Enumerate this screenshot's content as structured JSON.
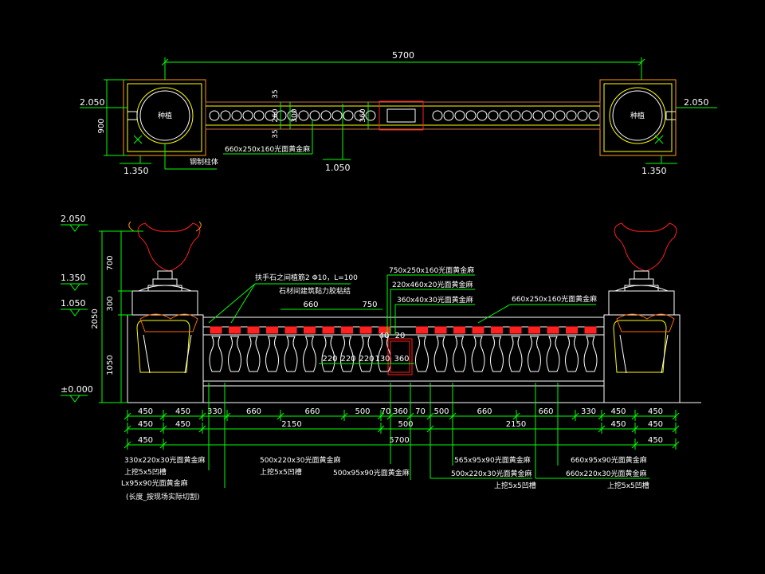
{
  "plan": {
    "overall": "5700",
    "level_left": "2.050",
    "level_right": "2.050",
    "width_900": "900",
    "level_bottom_left": "1.350",
    "level_bottom_right": "1.350",
    "level_mid": "1.050",
    "post_label_left": "种植",
    "post_label_right": "种植",
    "annot_tile": "660x250x160光面黄金麻",
    "annot_steel": "钢制柱体",
    "v35a": "35",
    "v35b": "35",
    "v260": "260",
    "v300": "300",
    "v360": "360"
  },
  "elevation": {
    "levels": {
      "top": "2.050",
      "l1350": "1.350",
      "l1050": "1.050",
      "zero": "±0.000"
    },
    "vertical_dims": [
      "700",
      "300",
      "1050",
      "2050"
    ],
    "callouts": {
      "anchor": "扶手石之间植筋2 Φ10，L=100",
      "glue": "石材间建筑黏力胶粘结",
      "c1": "750x250x160光面黄金麻",
      "c2": "220x460x20光面黄金麻",
      "c3": "360x40x30光面黄金麻",
      "c4": "660x250x160光面黄金麻"
    },
    "top_dims": [
      "660",
      "750"
    ],
    "inner_dims": [
      "220",
      "220",
      "220",
      "130",
      "360"
    ],
    "gate_label": "40",
    "gate_label2": "20",
    "dim_row1": [
      "450",
      "450",
      "330",
      "660",
      "660",
      "500",
      "70",
      "360",
      "70",
      "500",
      "660",
      "660",
      "330",
      "450",
      "450"
    ],
    "dim_row2": [
      "450",
      "450",
      "2150",
      "500",
      "2150",
      "450",
      "450"
    ],
    "dim_row3": [
      "450",
      "5700",
      "450"
    ],
    "notes_left": [
      "330x220x30光面黄金麻",
      "上挖5x5凹槽",
      "Lx95x90光面黄金麻",
      "(长度_按现场实际切割)"
    ],
    "notes_mid": [
      "500x220x30光面黄金麻",
      "上挖5x5凹槽"
    ],
    "notes_mid2": "500x95x90光面黄金麻",
    "notes_right1": [
      "565x95x90光面黄金麻",
      "500x220x30光面黄金麻",
      "上挖5x5凹槽"
    ],
    "notes_right2": [
      "660x95x90光面黄金麻",
      "660x220x30光面黄金麻",
      "上挖5x5凹槽"
    ]
  },
  "colors": {
    "background": "#000000",
    "dimension": "#00ff00",
    "text": "#ffffff",
    "outline": "#ffff00",
    "accent": "#ff2020"
  }
}
